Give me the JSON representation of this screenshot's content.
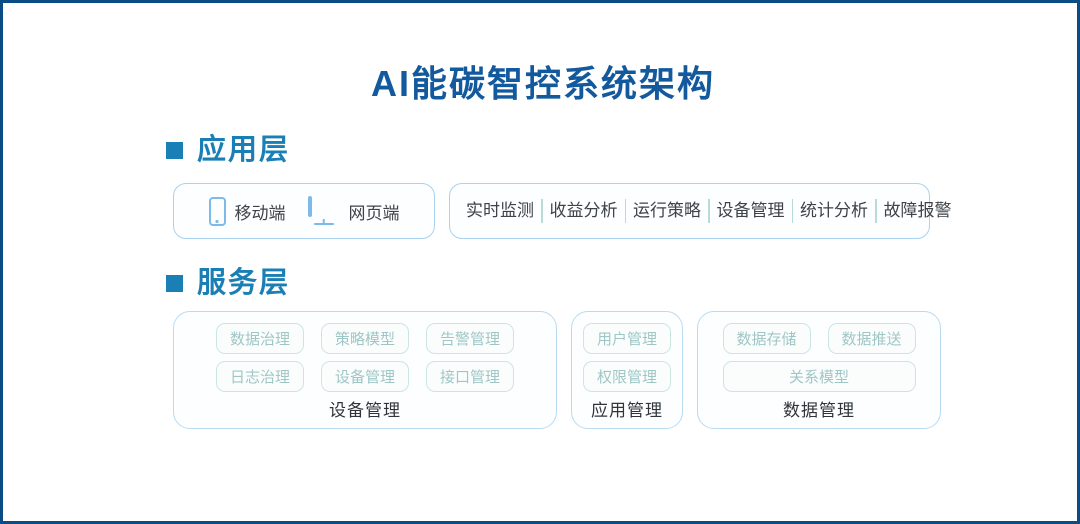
{
  "page": {
    "title": "AI能碳智控系统架构",
    "frame_color": "#0b4b86",
    "title_color": "#13599e",
    "accent_color": "#1a7fb5"
  },
  "application_layer": {
    "heading": "应用层",
    "clients": [
      {
        "icon": "phone-icon",
        "label": "移动端"
      },
      {
        "icon": "monitor-icon",
        "label": "网页端"
      }
    ],
    "features": [
      "实时监测",
      "收益分析",
      "运行策略",
      "设备管理",
      "统计分析",
      "故障报警"
    ]
  },
  "service_layer": {
    "heading": "服务层",
    "groups": [
      {
        "label": "设备管理",
        "rows": [
          [
            "数据治理",
            "策略模型",
            "告警管理"
          ],
          [
            "日志治理",
            "设备管理",
            "接口管理"
          ]
        ]
      },
      {
        "label": "应用管理",
        "rows": [
          [
            "用户管理"
          ],
          [
            "权限管理"
          ]
        ]
      },
      {
        "label": "数据管理",
        "rows": [
          [
            "数据存储",
            "数据推送"
          ],
          [
            "关系模型"
          ]
        ]
      }
    ]
  }
}
